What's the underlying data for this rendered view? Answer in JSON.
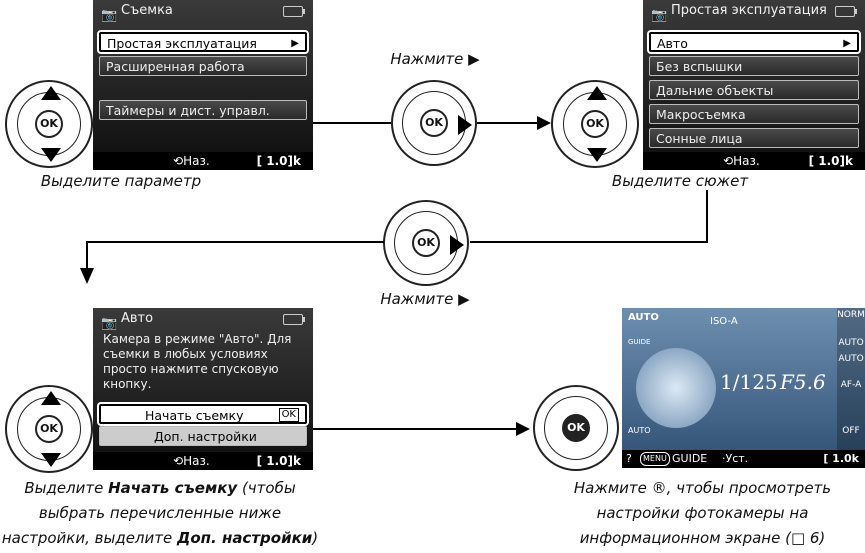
{
  "screen1": {
    "title": "Съемка",
    "items": [
      "Простая эксплуатация",
      "Расширенная работа",
      "Таймеры и дист. управл."
    ],
    "bottom_back": "Наз.",
    "bottom_count": "1.0"
  },
  "screen2": {
    "title": "Простая эксплуатация",
    "items": [
      "Авто",
      "Без вспышки",
      "Дальние объекты",
      "Макросъемка",
      "Сонные лица"
    ],
    "bottom_back": "Наз.",
    "bottom_count": "1.0"
  },
  "screen3": {
    "title": "Авто",
    "description": "Камера в режиме \"Авто\". Для съемки в любых условиях просто нажмите спусковую кнопку.",
    "start_label": "Начать съемку",
    "start_ok": "OK",
    "advanced_label": "Доп. настройки",
    "bottom_back": "Наз.",
    "bottom_count": "1.0"
  },
  "screen4": {
    "mode": "AUTO",
    "guide_small": "GUIDE",
    "iso": "ISO-A",
    "shutter": "1/125",
    "aperture": "F5.6",
    "right_labels": [
      "NORM",
      "AUTO",
      "AUTO",
      "AF-A",
      "OFF"
    ],
    "auto_label": "AUTO",
    "menu_label": "MENU",
    "guide_label": "GUIDE",
    "set_label": "Уст.",
    "count": "1.0",
    "count_suffix": "k"
  },
  "ok_label": "OK",
  "captions": {
    "highlight_param": "Выделите параметр",
    "press1": "Нажмите",
    "highlight_scene": "Выделите сюжет",
    "press2": "Нажмите",
    "bottom_left_1a": "Выделите ",
    "bottom_left_1b": "Начать съемку",
    "bottom_left_1c": " (чтобы",
    "bottom_left_2": "выбрать перечисленные ниже",
    "bottom_left_3a": "настройки, выделите ",
    "bottom_left_3b": "Доп. настройки",
    "bottom_left_3c": ")",
    "bottom_right_1": "Нажмите ®, чтобы просмотреть",
    "bottom_right_2": "настройки фотокамеры на",
    "bottom_right_3": "информационном экране (□ 6)"
  }
}
